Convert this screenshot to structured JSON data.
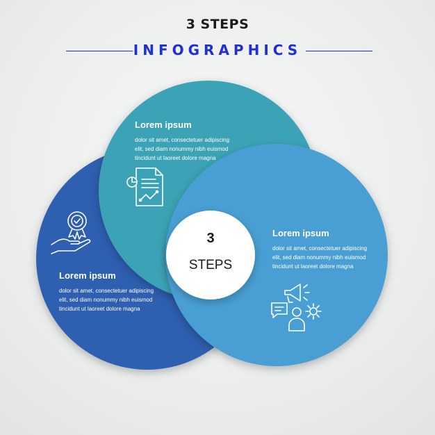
{
  "header": {
    "title": "3 STEPS",
    "subtitle": "INFOGRAPHICS"
  },
  "center": {
    "number": "3",
    "word": "STEPS"
  },
  "steps": [
    {
      "heading": "Lorem ipsum",
      "body": "dolor sit amet, consectetuer adipiscing elit, sed diam nonummy nibh euismod tincidunt ut laoreet dolore magna",
      "icon": "report-document-icon",
      "color": "#3aa3b5"
    },
    {
      "heading": "Lorem ipsum",
      "body": "dolor sit amet, consectetuer adipiscing elit, sed diam nonummy nibh euismod tincidunt ut laoreet dolore magna",
      "icon": "award-hand-icon",
      "color": "#2f5fb0"
    },
    {
      "heading": "Lorem ipsum",
      "body": "dolor sit amet, consectetuer adipiscing elit, sed diam nonummy nibh euismod tincidunt ut laoreet dolore magna",
      "icon": "marketing-team-icon",
      "color": "#4a9fd3"
    }
  ]
}
